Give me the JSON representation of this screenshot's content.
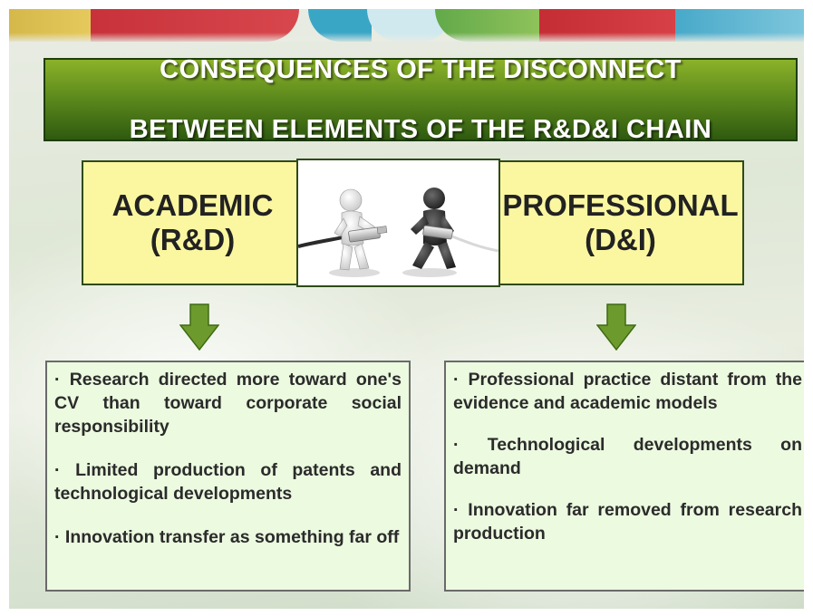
{
  "title": {
    "line1": "CONSEQUENCES OF THE DISCONNECT",
    "line2": "BETWEEN ELEMENTS OF THE R&D&I CHAIN"
  },
  "academic": {
    "heading": "ACADEMIC",
    "subheading": "(R&D)",
    "bullets": [
      "· Research directed more toward one's CV than toward corporate social responsibility",
      "· Limited production of patents and technological developments",
      "· Innovation transfer as something far off"
    ]
  },
  "professional": {
    "heading": "PROFESSIONAL",
    "subheading": "(D&I)",
    "bullets": [
      "· Professional practice distant from the evidence and academic models",
      "· Technological developments on demand",
      "· Innovation far removed from research production"
    ]
  },
  "illustration": {
    "icon": "two-figures-disconnected-cable-icon"
  },
  "colors": {
    "title_bar": "#5f8c1d",
    "heading_box": "#fbf7a1",
    "content_box": "#ecfae0",
    "arrow": "#6c9a2c"
  }
}
